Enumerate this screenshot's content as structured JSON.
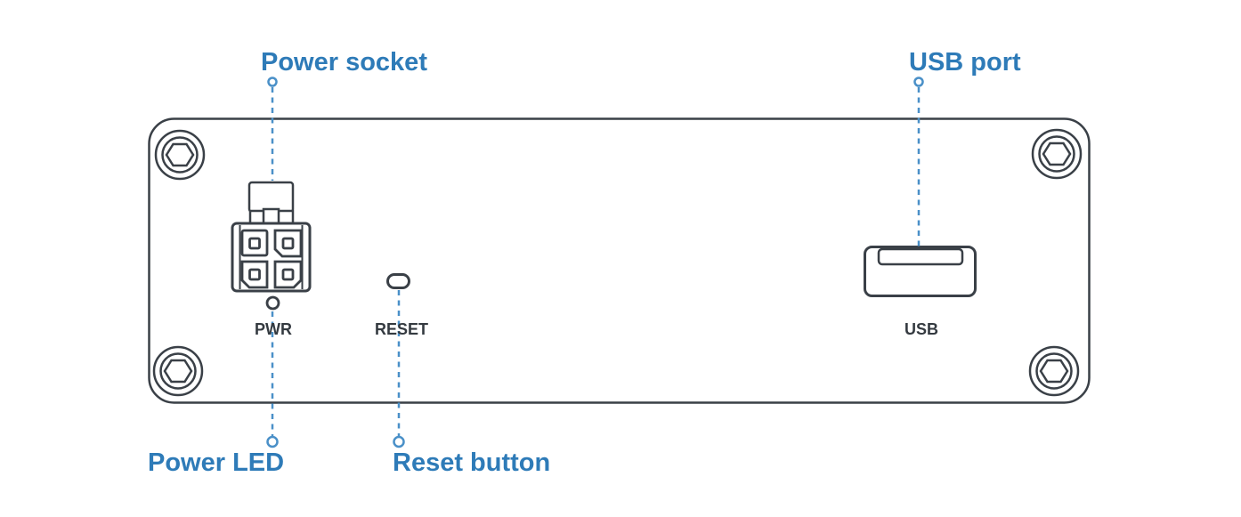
{
  "diagram": {
    "subject": "device-rear-panel",
    "colors": {
      "background": "#ffffff",
      "outline_dark": "#3a4047",
      "label_blue": "#2e7bb8",
      "callout_line_blue": "#4a90c8"
    },
    "callouts": {
      "power_socket": {
        "label": "Power socket"
      },
      "usb_port": {
        "label": "USB port"
      },
      "power_led": {
        "label": "Power LED"
      },
      "reset_button": {
        "label": "Reset button"
      }
    },
    "panel": {
      "labels": {
        "pwr": "PWR",
        "reset": "RESET",
        "usb": "USB"
      },
      "features": [
        "4-pin power socket",
        "power LED",
        "reset pinhole button",
        "USB type-A port",
        "four corner hex screws"
      ]
    }
  }
}
